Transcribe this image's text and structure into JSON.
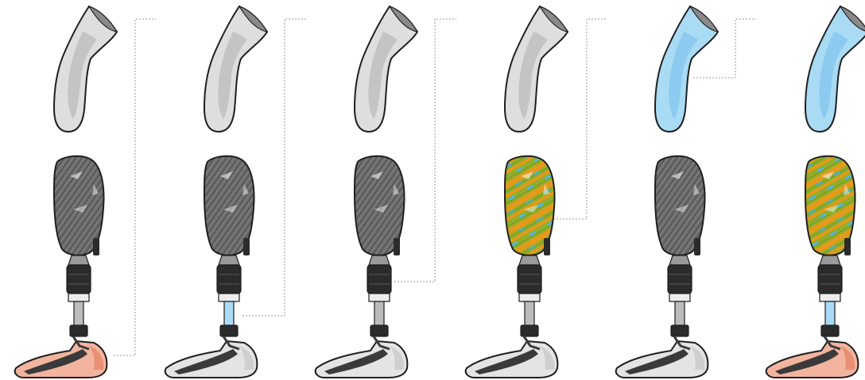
{
  "palette": {
    "liner_default": "#dedede",
    "liner_default_shade": "#c4c4c4",
    "liner_blue": "#a9dbf5",
    "liner_blue_shade": "#8ccbef",
    "socket_carbon": "#6e6e6e",
    "socket_carbon_dark": "#4a4a4a",
    "socket_pattern_green": "#8fae2c",
    "socket_pattern_orange": "#e49a1a",
    "socket_pattern_blue": "#4fb8e6",
    "adapter_black": "#2b2b2b",
    "pylon_grey": "#bcbcbc",
    "pylon_blue": "#a9dbf5",
    "foot_grey": "#e4e4e4",
    "foot_pink": "#f2b49f",
    "foot_pink_dark": "#e88f75"
  },
  "configurations": [
    {
      "liner": "grey",
      "socket": "carbon",
      "pylon": "grey",
      "foot": "pink",
      "highlight": "foot"
    },
    {
      "liner": "grey",
      "socket": "carbon",
      "pylon": "blue",
      "foot": "grey",
      "highlight": "pylon"
    },
    {
      "liner": "grey",
      "socket": "carbon",
      "pylon": "grey",
      "foot": "grey",
      "highlight": "adapter"
    },
    {
      "liner": "grey",
      "socket": "pattern",
      "pylon": "grey",
      "foot": "grey",
      "highlight": "socket"
    },
    {
      "liner": "blue",
      "socket": "carbon",
      "pylon": "grey",
      "foot": "grey",
      "highlight": "liner"
    },
    {
      "liner": "blue",
      "socket": "pattern",
      "pylon": "blue",
      "foot": "pink",
      "highlight": "none"
    }
  ]
}
